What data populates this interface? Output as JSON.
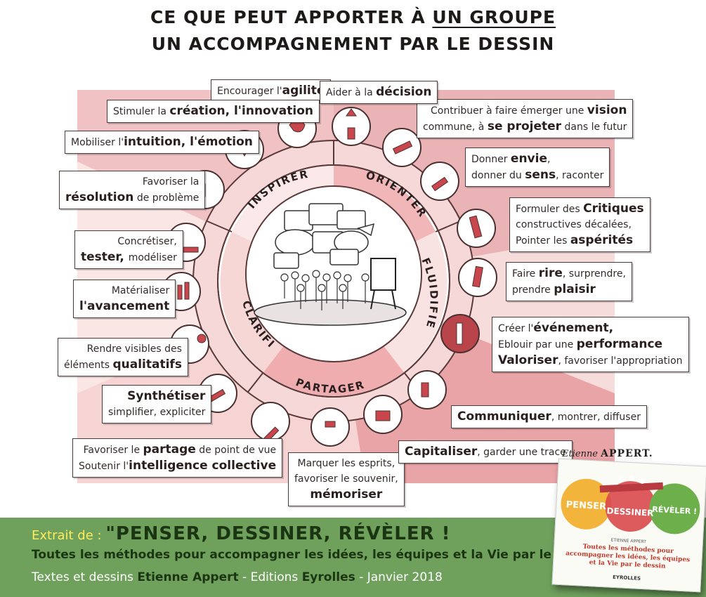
{
  "title": {
    "line1_a": "CE QUE PEUT APPORTER  À ",
    "line1_b": "UN GROUPE",
    "line2": "UN ACCOMPAGNEMENT PAR LE DESSIN"
  },
  "sectors": {
    "inspirer": "INSPIRER",
    "orienter": "ORIENTER",
    "fluidifier": "FLUIDIFIER",
    "partager": "PARTAGER",
    "clarifier": "CLARIFIER"
  },
  "labels": {
    "agilite": {
      "pre": "Encourager l'",
      "k": "agilité"
    },
    "creation": {
      "pre": "Stimuler la ",
      "k": "création, ",
      "post": "l'innovation"
    },
    "intuition": {
      "pre": "Mobiliser l'",
      "k": "intuition, ",
      "post": "l'émotion"
    },
    "resolution": {
      "l1": "Favoriser la",
      "k": "résolution",
      "post": " de problème"
    },
    "concretiser": {
      "l1": "Concrétiser,",
      "k": "tester, ",
      "post": "modéliser"
    },
    "materialiser": {
      "l1": "Matérialiser",
      "k": "l'avancement"
    },
    "visibles": {
      "l1": "Rendre visibles des",
      "pre": "éléments ",
      "k": "qualitatifs"
    },
    "synthetiser": {
      "k": "Synthétiser",
      "l2": "simplifier, expliciter"
    },
    "partage": {
      "pre": "Favoriser le ",
      "k": "partage",
      "post": " de point de vue",
      "l2pre": "Soutenir l'",
      "l2k": "intelligence collective"
    },
    "marquer": {
      "l1": "Marquer les esprits,",
      "l2": "favoriser le souvenir,",
      "k": "mémoriser"
    },
    "capitaliser": {
      "k": "Capitaliser",
      "post": ", garder une trace"
    },
    "communiquer": {
      "k": "Communiquer",
      "post": ", montrer, diffuser"
    },
    "evenement": {
      "pre": "Créer l'",
      "k": "événement,",
      "l2pre": "Eblouir par une ",
      "l2k": "performance",
      "l3k": "Valoriser",
      "l3post": ", favoriser l'appropriation"
    },
    "rire": {
      "pre": "Faire ",
      "k": "rire",
      "post": ", surprendre,",
      "l2pre": "prendre ",
      "l2k": "plaisir"
    },
    "critiques": {
      "pre": "Formuler des ",
      "k": "Critiques",
      "l2": "constructives décalées,",
      "l3pre": "Pointer les ",
      "l3k": "aspérités"
    },
    "envie": {
      "pre": "Donner ",
      "k": "envie",
      "post": ",",
      "l2pre": "donner du ",
      "l2k": "sens",
      "l2post": ", raconter"
    },
    "vision": {
      "pre": "Contribuer à faire émerger une ",
      "k": "vision",
      "l2pre": "commune, à ",
      "l2k": "se projeter",
      "l2post": " dans le futur"
    },
    "decision": {
      "pre": "Aider à la ",
      "k": "décision"
    }
  },
  "signature": {
    "first": "Etienne",
    "last": "APPERT."
  },
  "footer": {
    "extrait": "Extrait de : ",
    "quote_open": "\"",
    "book_title": "PENSER, DESSINER, RÉVÈLER !",
    "subtitle": "Toutes les méthodes pour accompagner les idées, les équipes et la Vie par le dessin \"",
    "credits_a": "Textes et dessins ",
    "author": "Etienne Appert",
    "credits_b": " - Editions ",
    "publisher": "Eyrolles",
    "credits_c": " - Janvier 2018"
  },
  "book": {
    "w1": "PENSER",
    "w2": "DESSINER",
    "w3": "RÉVÈLER !",
    "author": "ETIENNE APPERT",
    "subtitle": "Toutes les méthodes pour accompagner les idées, les équipes et la Vie par le dessin",
    "publisher": "EYROLLES"
  },
  "colors": {
    "accent": "#c9474c",
    "pink_light": "#f6d7d7",
    "pink_mid": "#ecabab",
    "pink_dark": "#de8b8f",
    "ring": "#f3c4c5",
    "footer_green": "#6fa15d",
    "footer_dark": "#1b3512",
    "footer_yellow": "#ffec5a"
  }
}
